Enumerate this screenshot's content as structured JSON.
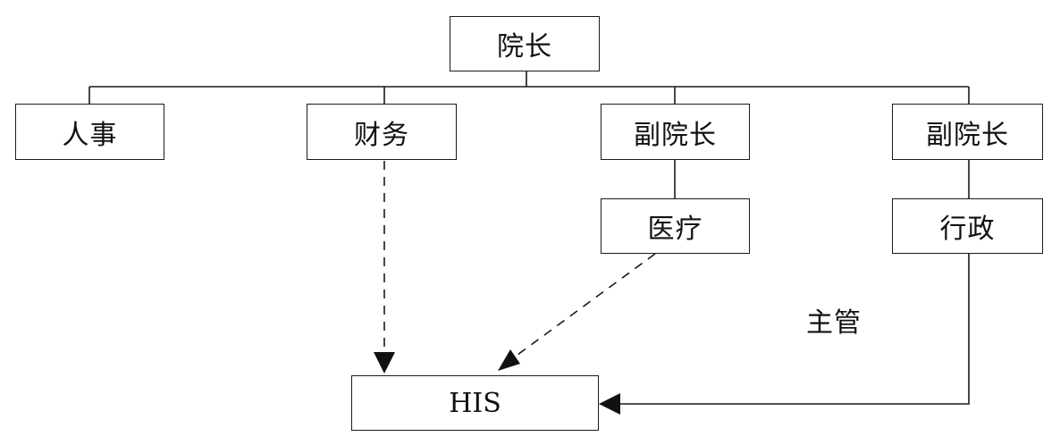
{
  "diagram": {
    "nodes": {
      "president": "院长",
      "hr": "人事",
      "finance": "财务",
      "vp_left": "副院长",
      "vp_right": "副院长",
      "medical": "医疗",
      "admin": "行政",
      "his": "HIS"
    },
    "annotation": "主管",
    "line_color": "#1a1a1a"
  }
}
